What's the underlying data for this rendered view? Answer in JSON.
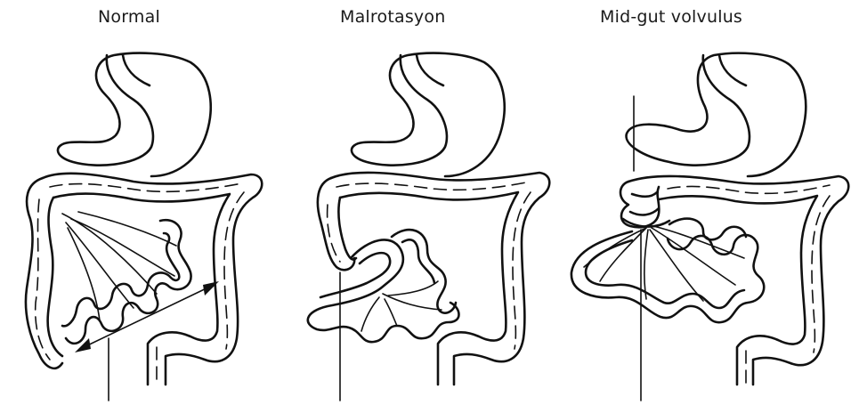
{
  "panels": [
    {
      "title": "Normal"
    },
    {
      "title": "Malrotasyon"
    },
    {
      "title": "Mid-gut volvulus"
    }
  ]
}
